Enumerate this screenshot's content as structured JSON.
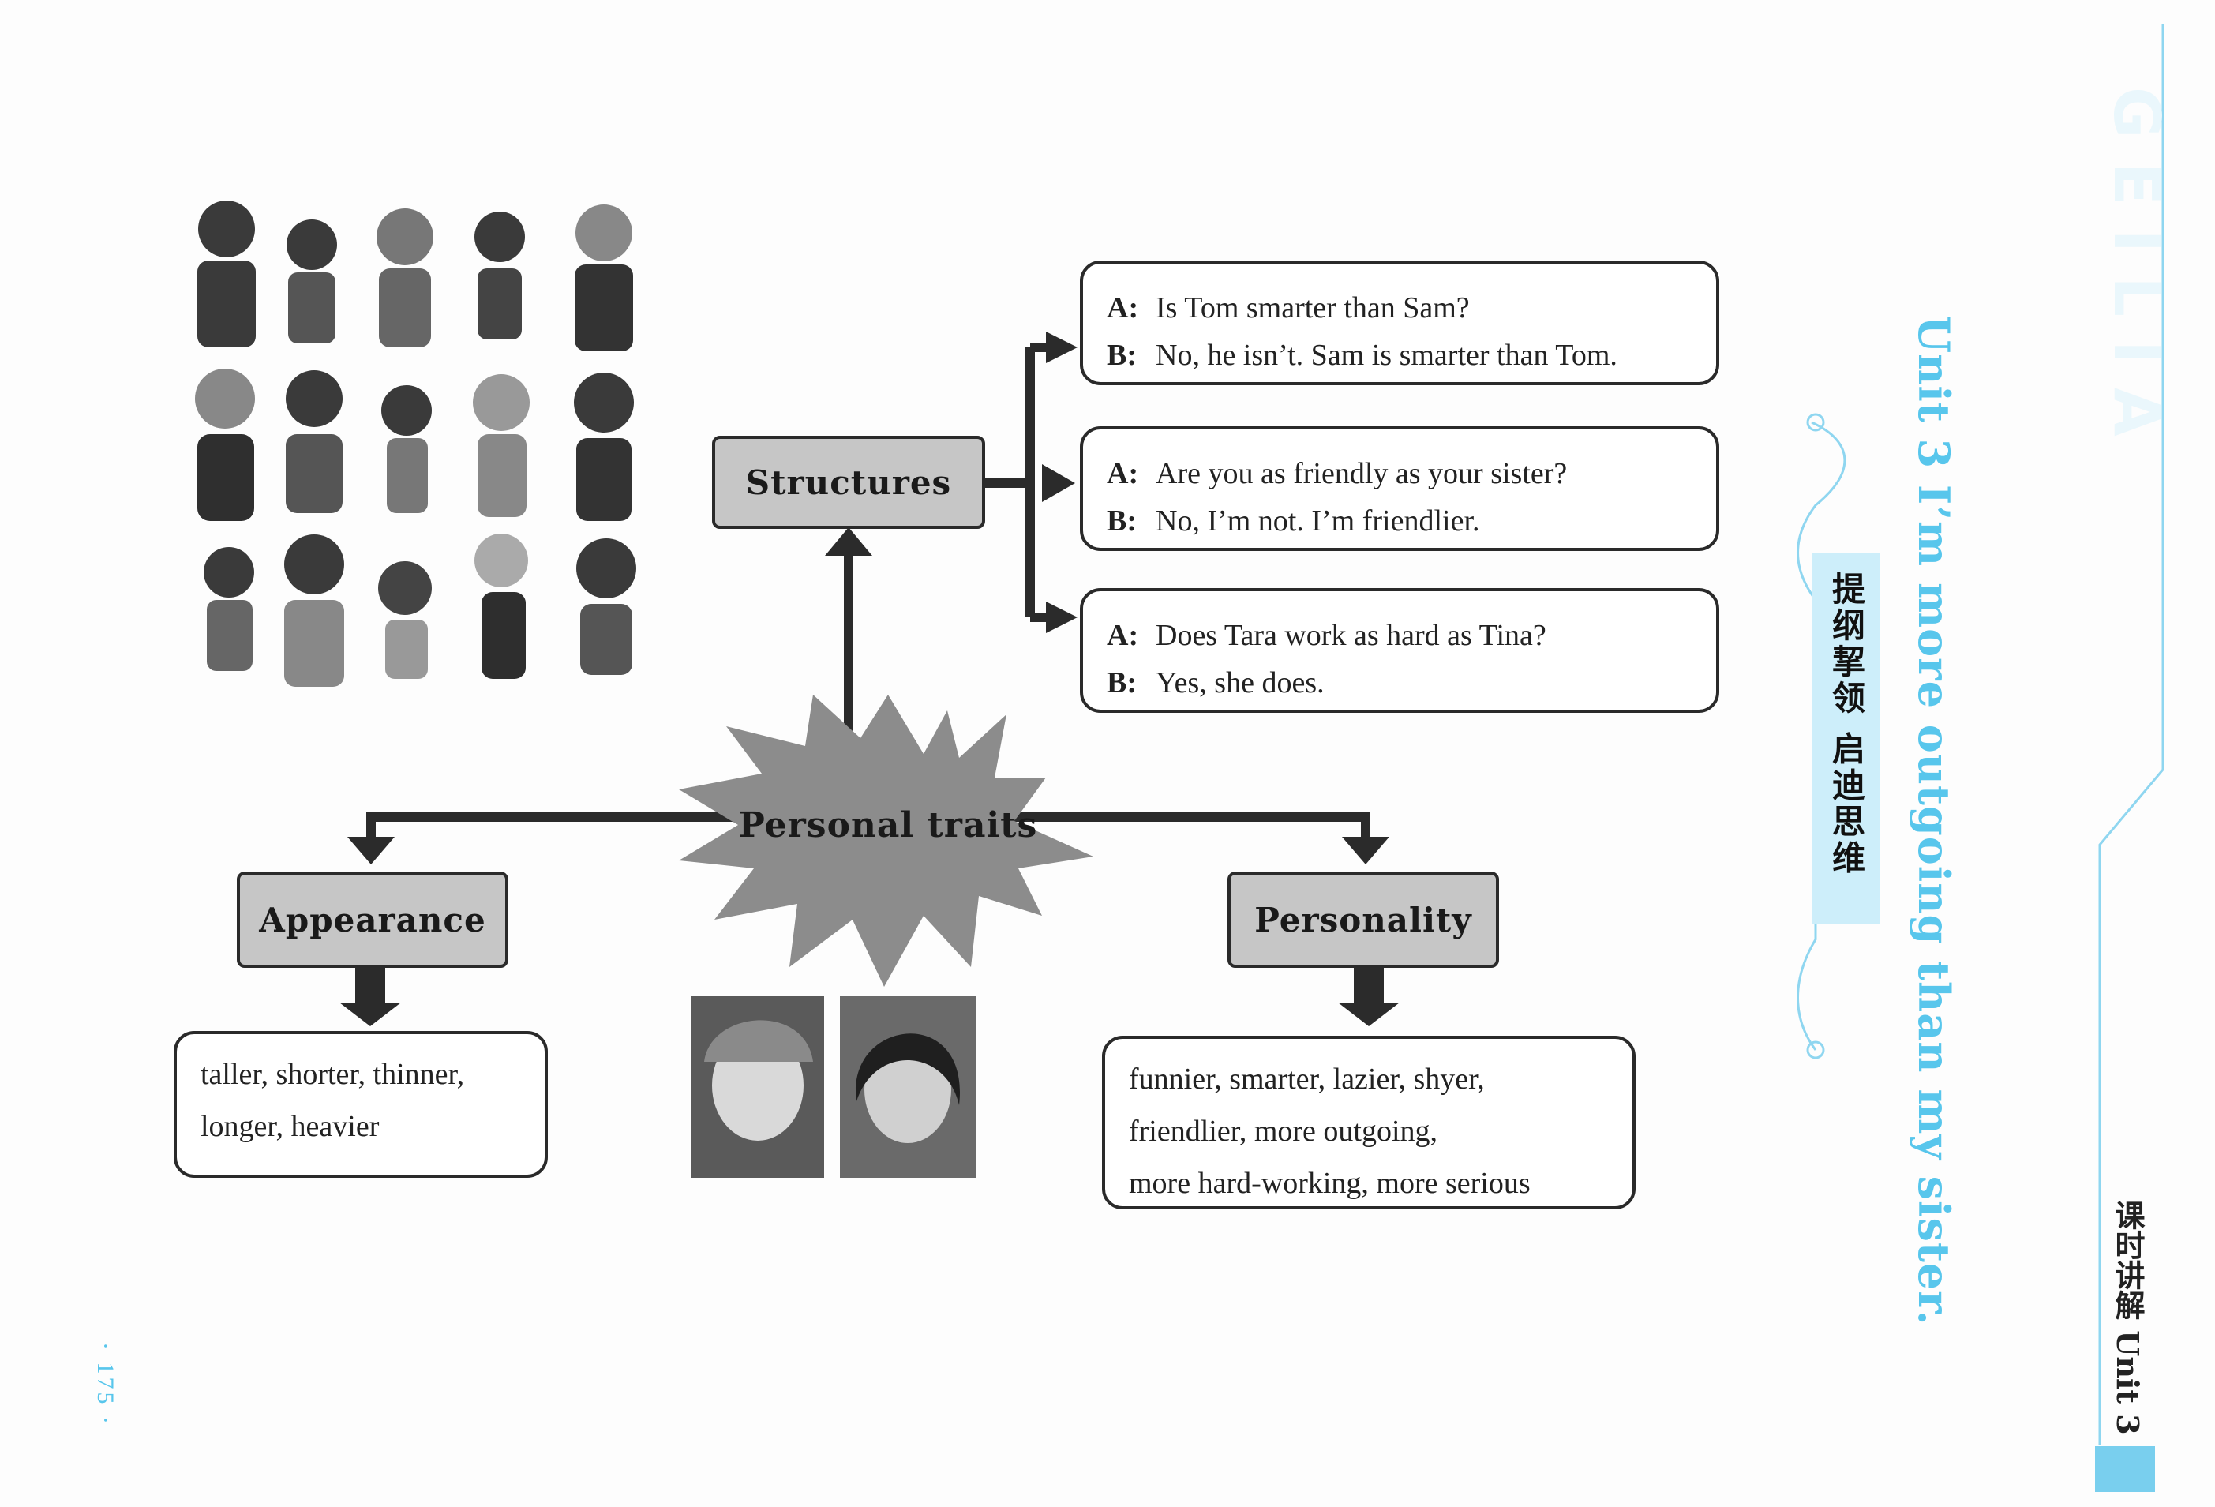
{
  "header": {
    "unit_title": "Unit 3  I’m more outgoing than my sister.",
    "banner_text": "提纲挈领 启迪思维",
    "watermark": "GEILIA"
  },
  "diagram": {
    "center": "Personal traits",
    "structures": {
      "label": "Structures",
      "dialogues": [
        {
          "a_speaker": "A:",
          "a_text": "Is Tom smarter than Sam?",
          "b_speaker": "B:",
          "b_text": "No, he isn’t. Sam is smarter than Tom."
        },
        {
          "a_speaker": "A:",
          "a_text": "Are you as friendly as your sister?",
          "b_speaker": "B:",
          "b_text": "No, I’m not. I’m friendlier."
        },
        {
          "a_speaker": "A:",
          "a_text": "Does Tara work as hard as Tina?",
          "b_speaker": "B:",
          "b_text": "Yes, she does."
        }
      ]
    },
    "appearance": {
      "label": "Appearance",
      "words": [
        "taller, shorter, thinner,",
        "longer, heavier"
      ]
    },
    "personality": {
      "label": "Personality",
      "words": [
        "funnier, smarter, lazier, shyer,",
        "friendlier, more outgoing,",
        "more hard-working, more serious"
      ]
    }
  },
  "footer": {
    "page_number": "· 175 ·",
    "side_label": "课时讲解 Unit 3"
  },
  "colors": {
    "accent": "#58c6ec",
    "banner_bg": "#cdeefa",
    "box_gray": "#c6c6c6",
    "star_gray": "#8c8c8c"
  }
}
